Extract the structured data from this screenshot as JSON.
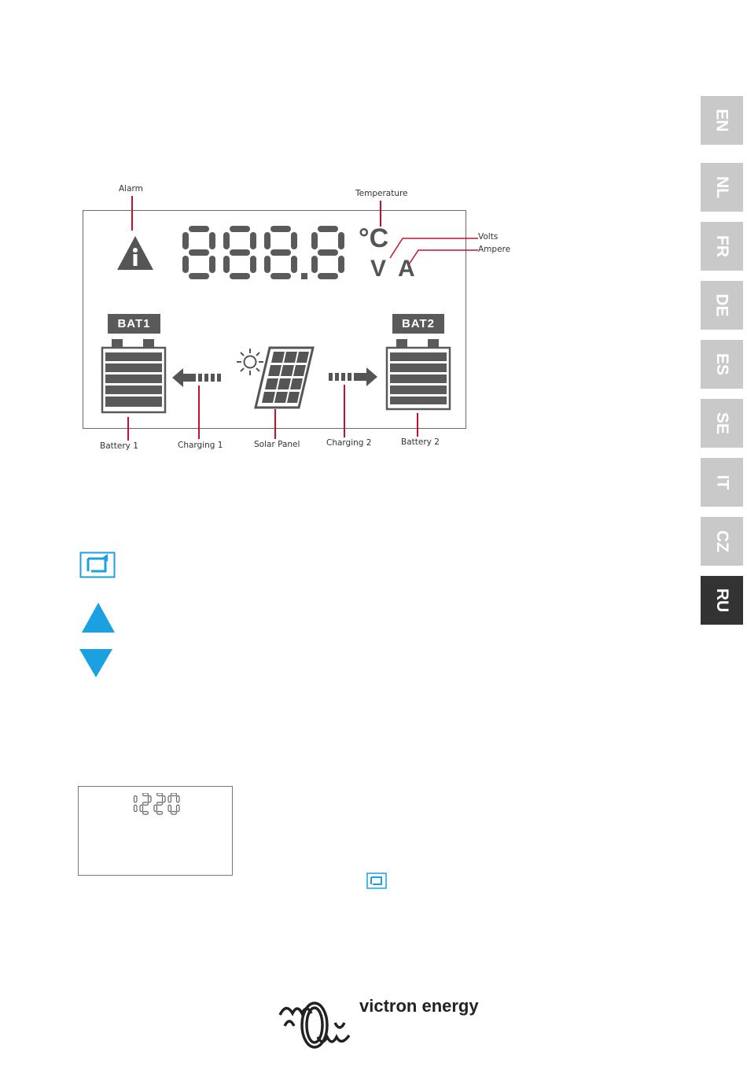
{
  "language_tabs": [
    {
      "code": "EN",
      "active": false
    },
    {
      "code": "NL",
      "active": false
    },
    {
      "code": "FR",
      "active": false
    },
    {
      "code": "DE",
      "active": false
    },
    {
      "code": "ES",
      "active": false
    },
    {
      "code": "SE",
      "active": false
    },
    {
      "code": "IT",
      "active": false
    },
    {
      "code": "CZ",
      "active": false
    },
    {
      "code": "RU",
      "active": true
    }
  ],
  "lcd_diagram": {
    "callouts": {
      "alarm": "Alarm",
      "temperature": "Temperature",
      "volts": "Volts",
      "ampere": "Ampere",
      "battery1": "Battery 1",
      "charging1": "Charging 1",
      "solar_panel": "Solar Panel",
      "charging2": "Charging 2",
      "battery2": "Battery 2"
    },
    "digits": "888.8",
    "unit_celsius": "°C",
    "unit_volt": "V",
    "unit_amp": "A",
    "bat1_label": "BAT1",
    "bat2_label": "BAT2"
  },
  "small_display": {
    "digits": "1220"
  },
  "brand": {
    "name": "victron energy"
  },
  "colors": {
    "button_blue": "#1ba1e2",
    "callout_red": "#c8102e",
    "tab_gray": "#c9c9c9",
    "tab_active": "#333333",
    "lcd_gray": "#5a5a5a"
  },
  "icons": [
    "alarm-icon",
    "sun-icon",
    "solar-panel-icon",
    "battery-icon",
    "arrow-left-icon",
    "arrow-right-icon",
    "setup-button-icon",
    "up-button-icon",
    "down-button-icon"
  ]
}
